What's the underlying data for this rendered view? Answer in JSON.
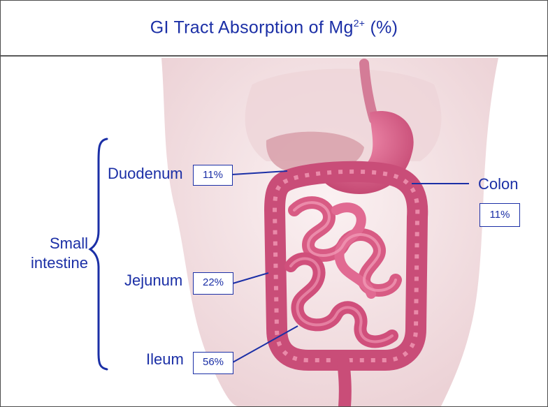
{
  "title": {
    "text": "GI Tract Absorption of Mg",
    "superscript": "2+",
    "suffix": " (%)"
  },
  "group_label": {
    "line1": "Small",
    "line2": "intestine"
  },
  "segments": [
    {
      "name": "Duodenum",
      "value": "11%"
    },
    {
      "name": "Jejunum",
      "value": "22%"
    },
    {
      "name": "Ileum",
      "value": "56%"
    },
    {
      "name": "Colon",
      "value": "11%"
    }
  ],
  "colors": {
    "text": "#1b2fa6",
    "skin": "#f3e3e5",
    "organ": "#d85b84",
    "organ_dark": "#b63b66"
  }
}
